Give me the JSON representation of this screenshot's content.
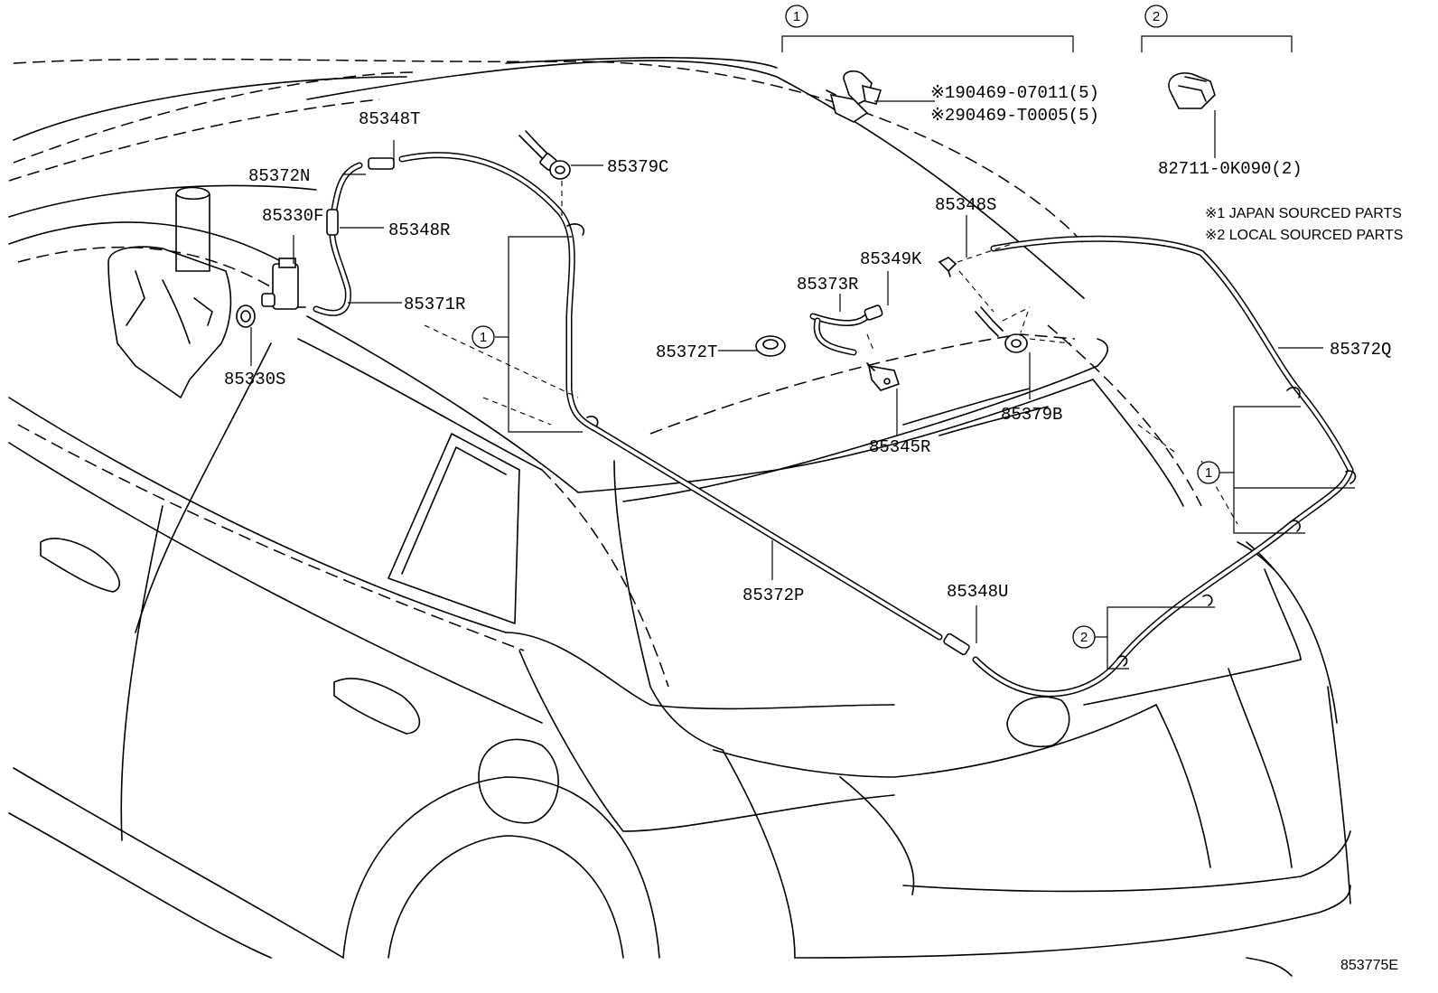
{
  "diagram": {
    "ref_code": "853775E",
    "notes": [
      "※1 JAPAN SOURCED PARTS",
      "※2 LOCAL SOURCED PARTS"
    ],
    "groups": [
      {
        "number": "1",
        "parts": [
          "※190469-07011(5)",
          "※290469-T0005(5)"
        ]
      },
      {
        "number": "2",
        "parts": [
          "82711-0K090(2)"
        ]
      }
    ],
    "callout_markers": [
      "1",
      "1",
      "2"
    ],
    "labels": {
      "p85348T": "85348T",
      "p85372N": "85372N",
      "p85330F": "85330F",
      "p85348R": "85348R",
      "p85371R": "85371R",
      "p85330S": "85330S",
      "p85379C": "85379C",
      "p85372T": "85372T",
      "p85373R": "85373R",
      "p85349K": "85349K",
      "p85348S": "85348S",
      "p85345R": "85345R",
      "p85379B": "85379B",
      "p85372Q": "85372Q",
      "p85372P": "85372P",
      "p85348U": "85348U"
    }
  }
}
